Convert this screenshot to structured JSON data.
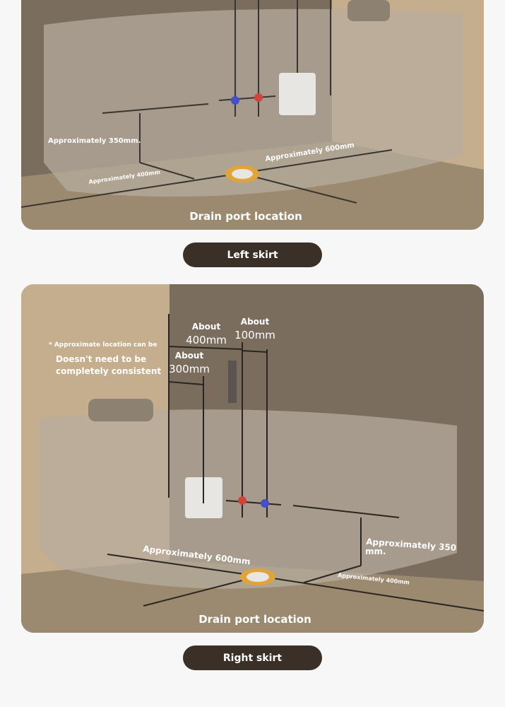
{
  "left_panel": {
    "height_label": "Approximately 350mm.",
    "depth_label": "Approximately 400mm",
    "width_label": "Approximately 600mm",
    "caption": "Drain port location",
    "button": "Left skirt"
  },
  "right_panel": {
    "note_small": "* Approximate location can be",
    "note_line1": "Doesn't need to be",
    "note_line2": "completely consistent",
    "about_400": {
      "word": "About",
      "value": "400mm"
    },
    "about_100": {
      "word": "About",
      "value": "100mm"
    },
    "about_300": {
      "word": "About",
      "value": "300mm"
    },
    "height_label_1": "Approximately 350",
    "height_label_2": "mm.",
    "width_label": "Approximately 600mm",
    "depth_label": "Approximately 400mm",
    "caption": "Drain port location",
    "button": "Right skirt"
  },
  "colors": {
    "wall_dark": "#7a6d5e",
    "wall_light": "#c4ae8e",
    "floor": "#9b8a70",
    "pill": "#3a3028",
    "drain": "#e0a43a",
    "hot": "#d0443c",
    "cold": "#4550c8"
  }
}
